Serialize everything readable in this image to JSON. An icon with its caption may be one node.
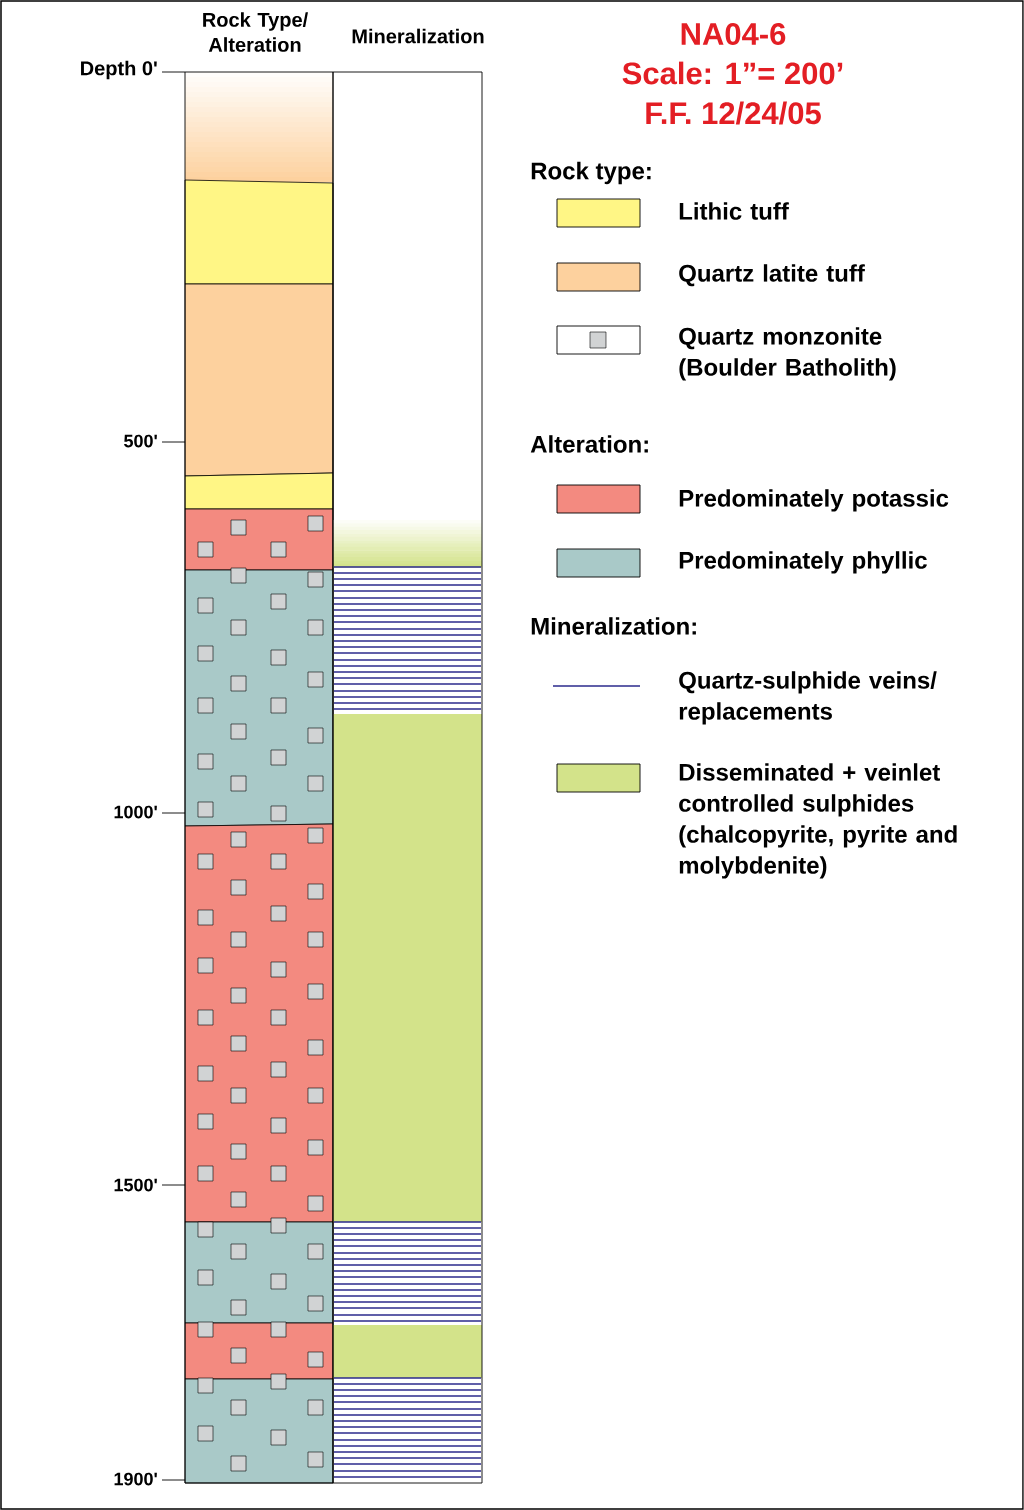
{
  "diagram": {
    "labels": [
      "Rock Type/ Alteration",
      "Mineralization",
      "NA04-6",
      "Scale: 1”= 200’",
      "F.F. 12/24/05",
      "Depth 0'",
      "Rock type:",
      "500'",
      "Alteration:",
      "Mineralization:",
      "1000'",
      "1500'",
      "1900'"
    ],
    "legend": [
      {
        "text": "Lithic tuff",
        "color": "#fff685"
      },
      {
        "text": "Quartz latite tuff",
        "color": "#fdd19e"
      },
      {
        "text": "Quartz monzonite (Boulder Batholith)"
      },
      {
        "text": "Predominately potassic",
        "color": "#f38a80"
      },
      {
        "text": "Predominately phyllic",
        "color": "#a9c9c8"
      },
      {
        "text": "Quartz-sulphide veins/ replacements"
      },
      {
        "text": "Disseminated + veinlet controlled sulphides (chalcopyrite, pyrite and molybdenite)",
        "color": "#d3e38a"
      }
    ]
  }
}
